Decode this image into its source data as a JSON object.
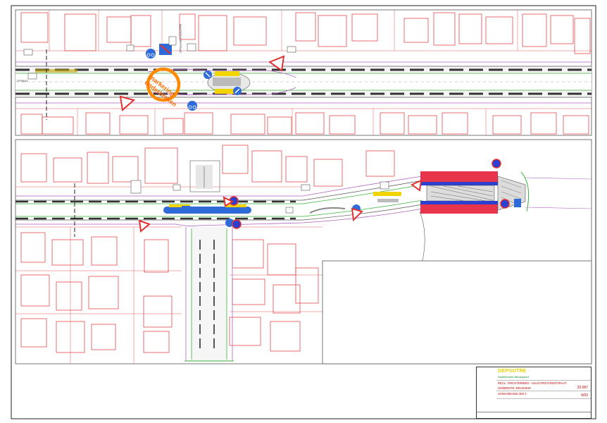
{
  "annotation": {
    "line1": "markering",
    "line2": "onderbreken"
  },
  "street_label": "STRAAT",
  "side_street_label": "MAASTRICHTERSTRAAT",
  "title_block": {
    "firm": "DEPOUTRE",
    "firm_subtitle": "Studiebureel Nieuwpoort",
    "project": "RECL. TRICHTERWEG - MAASTRICHTERSTRAAT",
    "municipality": "GEMEENTE: BRUSSEM",
    "sheet_title": "verkeersbesluit deel 2",
    "project_number": "20.087",
    "sheet_number": "6/03"
  },
  "colors": {
    "building": "#e23030",
    "road_edge": "#555555",
    "green_edge": "#38b43a",
    "purple_edge": "#b060c0",
    "bike_lane": "#2e6bd8",
    "island": "#f2d400",
    "annotation": "#ff8a00",
    "bridge_red": "#e8354c",
    "bridge_blue": "#2b3fd0"
  },
  "icons": [
    "bicycle-sign-icon",
    "yield-triangle-icon",
    "no-entry-sign-icon",
    "keep-right-sign-icon",
    "no-parking-sign-icon",
    "north-arrow-icon"
  ]
}
